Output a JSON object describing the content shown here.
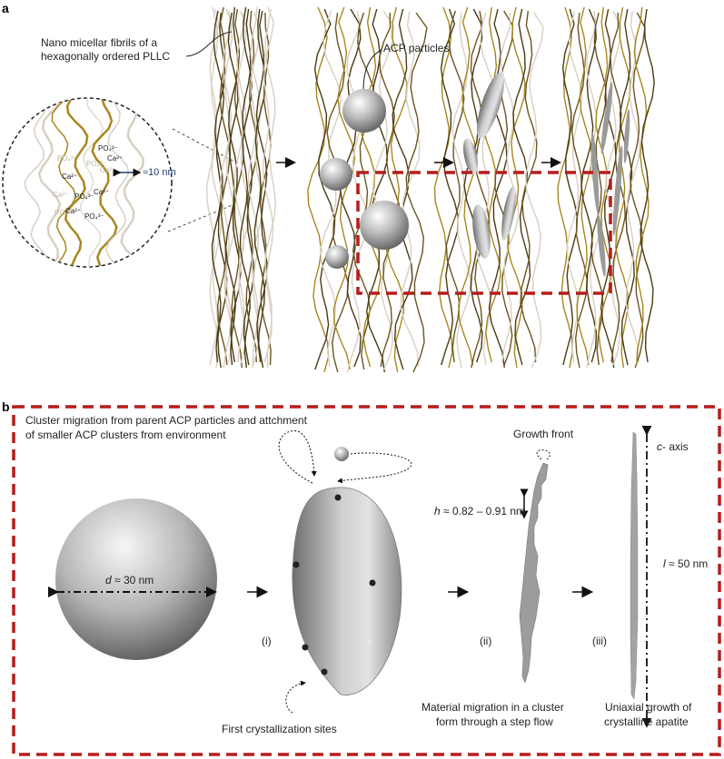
{
  "panel_a": {
    "label": "a",
    "fibril_label_line1": "Nano micellar fibrils of a",
    "fibril_label_line2": "hexagonally ordered PLLC",
    "acp_label": "ACP particles",
    "spacing_label": "≈10 nm",
    "ions": [
      {
        "text": "PO₄³⁻",
        "faint": false
      },
      {
        "text": "Ca²⁺",
        "faint": false
      },
      {
        "text": "Ca²⁺",
        "faint": false
      },
      {
        "text": "PO₄³⁻",
        "faint": false
      },
      {
        "text": "Ca²⁺",
        "faint": false
      },
      {
        "text": "Ca²⁺",
        "faint": false
      },
      {
        "text": "PO₄³⁻",
        "faint": false
      },
      {
        "text": "PO₄³⁻",
        "faint": true
      },
      {
        "text": "Ca²⁺",
        "faint": true
      },
      {
        "text": "PO₄³⁻",
        "faint": true
      },
      {
        "text": "Ca²⁺",
        "faint": true
      },
      {
        "text": "PO₄³⁻",
        "faint": true
      }
    ]
  },
  "panel_b": {
    "label": "b",
    "migration_line1": "Cluster migration from parent ACP particles and attchment",
    "migration_line2": "of smaller ACP clusters from environment",
    "diameter_var": "d",
    "diameter_value": " ≈ 30 nm",
    "step_i": "(i)",
    "step_ii": "(ii)",
    "step_iii": "(iii)",
    "crystallization_label": "First crystallization sites",
    "growth_front_label": "Growth front",
    "height_var": "h",
    "height_value": " ≈ 0.82 – 0.91 nm",
    "material_line1": "Material migration in a cluster",
    "material_line2": "form through a step flow",
    "axis_var": "c",
    "axis_value": "- axis",
    "length_var": "l",
    "length_value": " ≈ 50 nm",
    "uniaxial_line1": "Uniaxial growth of",
    "uniaxial_line2": "crystalline apatite"
  },
  "colors": {
    "fibril_dark": "#4a3a14",
    "fibril_gold": "#a8871f",
    "fibril_pale": "#d7d0c2",
    "frame_red": "#b71c1c",
    "particle_gray": "#a9a9a9",
    "spacing_blue": "#1f3b73"
  },
  "icons": [
    "right-arrow-icon",
    "dotted-curved-arrow-icon",
    "double-arrow-icon"
  ]
}
